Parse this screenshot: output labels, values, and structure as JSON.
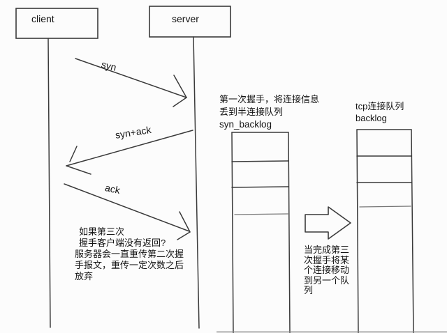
{
  "diagram": {
    "client": {
      "label": "client"
    },
    "server": {
      "label": "server"
    },
    "messages": {
      "syn": "syn",
      "syn_ack": "syn+ack",
      "ack": "ack"
    },
    "syn_queue": {
      "annotation": [
        "第一次握手，将连接信息",
        "丢到半连接队列"
      ],
      "name": "syn_backlog"
    },
    "accept_queue": {
      "label": [
        "tcp连接队列",
        "backlog"
      ]
    },
    "retransmit_note": [
      "如果第三次",
      "握手客户端没有返回?",
      "服务器会一直重传第二次握",
      "手报文，重传一定次数之后",
      "放弃"
    ],
    "move_note": [
      "当完成第三",
      "次握手将某",
      "个连接移动",
      "到另一个队",
      "列"
    ],
    "colors": {
      "line": "#3a3a3a",
      "line-light": "#777777",
      "text": "#141414",
      "background": "#fcfcfc"
    }
  }
}
